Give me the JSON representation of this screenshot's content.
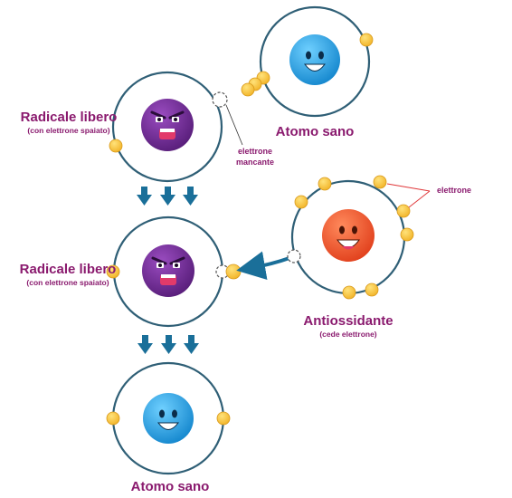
{
  "labels": {
    "free_radical_top": "Radicale libero",
    "free_radical_top_sub": "(con elettrone spaiato)",
    "healthy_atom_top": "Atomo sano",
    "missing_electron_line1": "elettrone",
    "missing_electron_line2": "mancante",
    "free_radical_mid": "Radicale libero",
    "free_radical_mid_sub": "(con elettrone spaiato)",
    "electron": "elettrone",
    "antioxidant": "Antiossidante",
    "antioxidant_sub": "(cede elettrone)",
    "healthy_atom_bottom": "Atomo sano"
  },
  "colors": {
    "orbit": "#2f5f76",
    "electron": "#f6c33c",
    "electron_stroke": "#d99a1c",
    "radical": "#6b2a8c",
    "healthy": "#2aa3e6",
    "antioxidant": "#ef5a2e",
    "arrow": "#1a6f99",
    "label": "#8a1a6e",
    "pointer_line": "#e0383a"
  },
  "icons": [
    "angry-face-icon",
    "happy-face-icon",
    "down-arrow-icon",
    "left-arrow-icon"
  ]
}
